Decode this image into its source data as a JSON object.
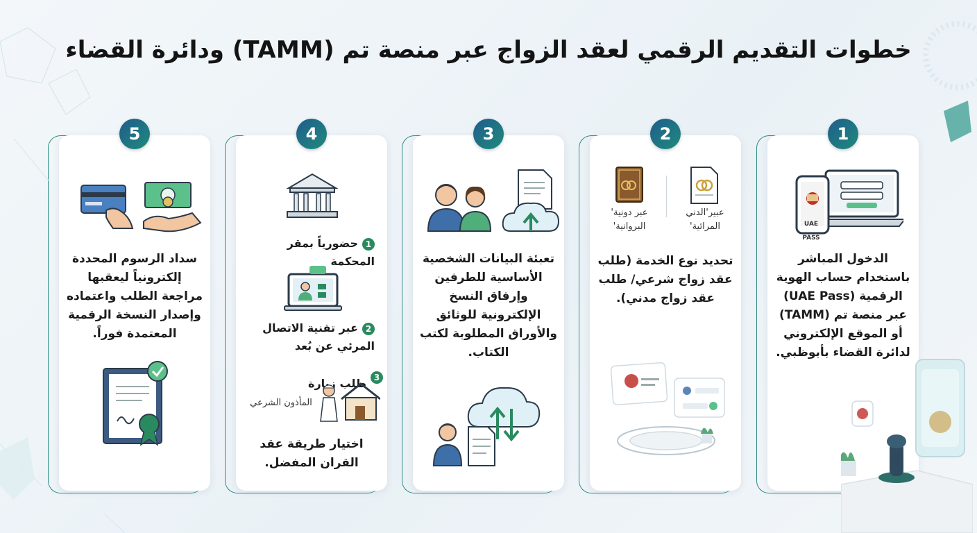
{
  "title": "خطوات التقديم الرقمي لعقد الزواج عبر منصة تم (TAMM) ودائرة القضاء",
  "colors": {
    "accent": "#2e8c82",
    "badge": "#2a8a5f",
    "number_gradient": [
      "#1f5d8c",
      "#1f8a7c"
    ]
  },
  "steps": [
    {
      "number": "1",
      "icons": [
        "laptop-login-icon",
        "phone-uae-pass-icon"
      ],
      "phone_label": "UAE PASS",
      "text": "الدخول المباشر باستخدام حساب الهوية الرقمية (UAE Pass) عبر منصة تم (TAMM) أو الموقع الإلكتروني لدائرة القضاء بأبوظبي."
    },
    {
      "number": "2",
      "options": [
        {
          "icon": "civil-contract-icon",
          "label": "عبير'الدني المرائية'"
        },
        {
          "icon": "religious-book-icon",
          "label": "عبر دونية' البروانية'"
        }
      ],
      "text": "تحديد نوع الخدمة (طلب عقد زواج شرعي/ طلب عقد زواج مدني).",
      "illustration": "digital-platform-illustration"
    },
    {
      "number": "3",
      "icons": [
        "couple-icon",
        "cloud-upload-document-icon",
        "cloud-sync-icon",
        "person-document-icon"
      ],
      "text": "تعبئة البيانات الشخصية الأساسية للطرفين وإرفاق النسخ الإلكترونية للوثائق والأوراق المطلوبة لكتب الكتاب."
    },
    {
      "number": "4",
      "options": [
        {
          "badge": "1",
          "label": "حضورياً بمقر المحكمة"
        },
        {
          "badge": "2",
          "label": "عبر تقنية الاتصال المرئي عن بُعد"
        },
        {
          "badge": "3",
          "label": "طلب زيارة",
          "sub": "المأذون الشرعي"
        }
      ],
      "icons": [
        "court-building-icon",
        "video-call-icon",
        "home-visit-icon"
      ],
      "text": "اختيار طريقة عقد القران المفضل."
    },
    {
      "number": "5",
      "icons": [
        "card-payment-icon",
        "cash-payment-icon",
        "certificate-icon"
      ],
      "text": "سداد الرسوم المحددة إلكترونياً ليعقبها مراجعة الطلب واعتماده وإصدار النسخة الرقمية المعتمدة فوراً."
    }
  ]
}
